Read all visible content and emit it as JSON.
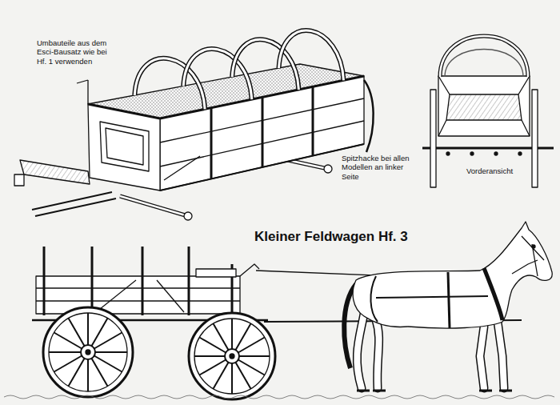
{
  "diagram": {
    "title": "Kleiner Feldwagen Hf. 3",
    "labels": [
      "Umbauteile aus dem Esci-Bausatz wie bei Hf. 1 verwenden",
      "Spitzhacke bei allen Modellen an linker Seite",
      "Vorderansicht"
    ]
  }
}
